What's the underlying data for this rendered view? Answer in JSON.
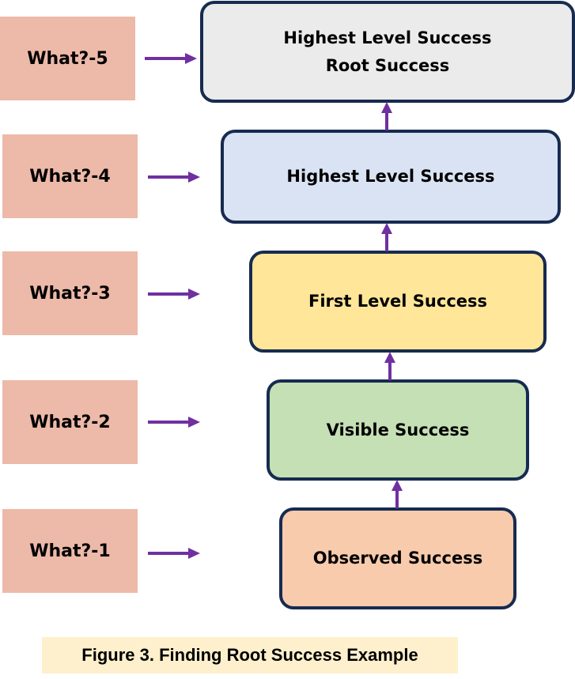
{
  "diagram": {
    "questions": [
      {
        "label": "What?-5"
      },
      {
        "label": "What?-4"
      },
      {
        "label": "What?-3"
      },
      {
        "label": "What?-2"
      },
      {
        "label": "What?-1"
      }
    ],
    "levels": [
      {
        "line1": "Highest Level Success",
        "line2": "Root Success",
        "fill": "#EBEBEB"
      },
      {
        "line1": "Highest Level Success",
        "fill": "#DAE3F3"
      },
      {
        "line1": "First Level Success",
        "fill": "#FFE699"
      },
      {
        "line1": "Visible Success",
        "fill": "#C5E0B4"
      },
      {
        "line1": "Observed Success",
        "fill": "#F8CBAD"
      }
    ],
    "colors": {
      "arrow": "#7030A0",
      "border": "#172B50",
      "question_fill": "#EDB9A8",
      "caption_fill": "#FEF0CC"
    }
  },
  "caption": "Figure 3. Finding Root Success Example"
}
